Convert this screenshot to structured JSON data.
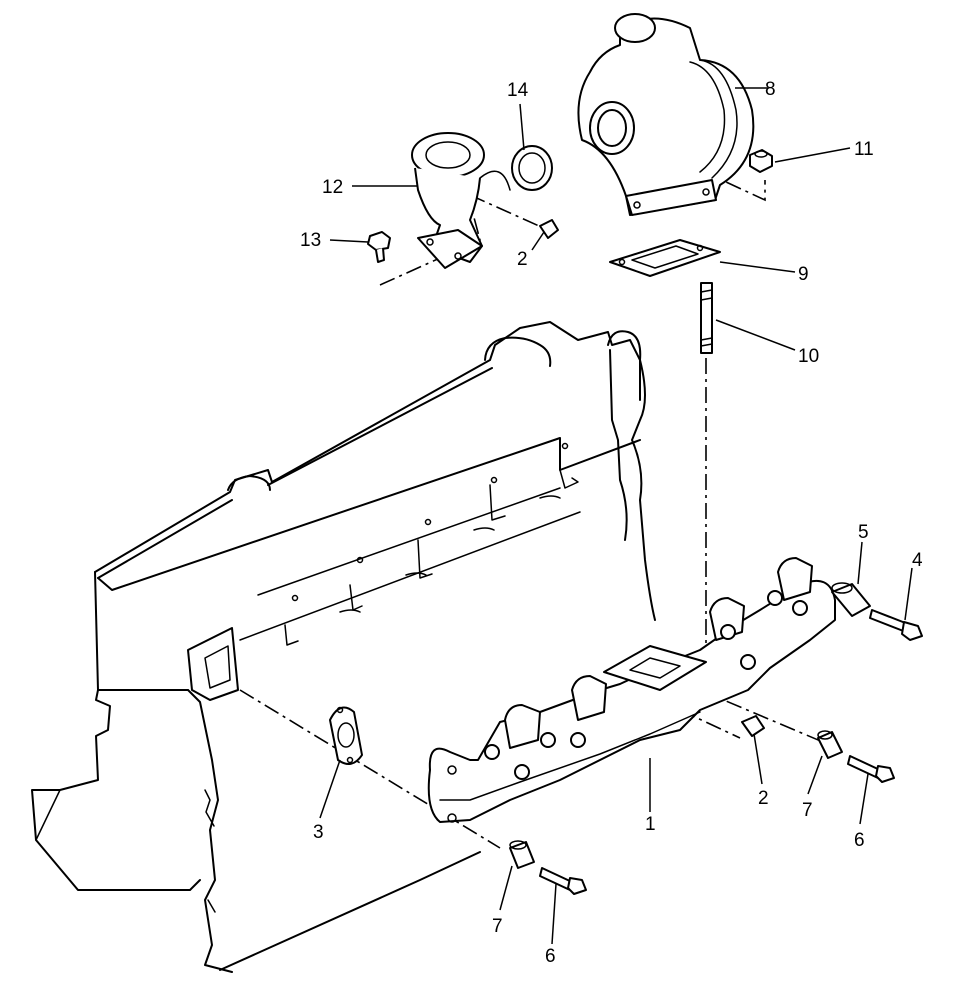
{
  "callouts": {
    "c1": "1",
    "c2_top": "2",
    "c2_bottom": "2",
    "c3": "3",
    "c4": "4",
    "c5": "5",
    "c6_right": "6",
    "c6_bottom": "6",
    "c7_right": "7",
    "c7_bottom": "7",
    "c8": "8",
    "c9": "9",
    "c10": "10",
    "c11": "11",
    "c12": "12",
    "c13": "13",
    "c14": "14"
  }
}
